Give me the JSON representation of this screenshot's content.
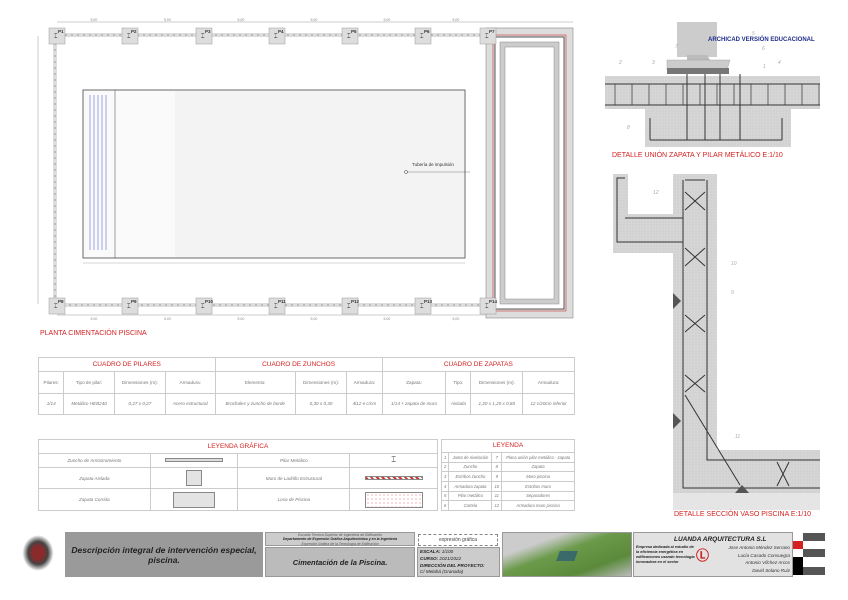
{
  "plan": {
    "title": "PLANTA CIMENTACIÓN PISCINA",
    "pillars_top": [
      "P1",
      "P2",
      "P3",
      "P4",
      "P5",
      "P6",
      "P7"
    ],
    "pillars_bottom": [
      "P8",
      "P9",
      "P10",
      "P11",
      "P12",
      "P13",
      "P14"
    ],
    "span_dim": "5,00",
    "pipe_label": "Tubería de impulsión"
  },
  "detail_union": {
    "title": "DETALLE UNIÓN ZAPATA Y PILAR METÁLICO E:1/10",
    "watermark": "ARCHICAD VERSIÓN EDUCACIONAL",
    "markers": [
      "1",
      "2",
      "3",
      "4",
      "5",
      "6",
      "7",
      "8"
    ]
  },
  "detail_section": {
    "title": "DETALLE SECCIÓN VASO PISCINA E:1/10",
    "markers": [
      "9",
      "10",
      "11",
      "12"
    ]
  },
  "cuadros": {
    "pilares": {
      "title": "CUADRO DE PILARES",
      "headers": [
        "Pilares:",
        "Tipo de pilar:",
        "Dimensiones (m):",
        "Armadura:"
      ],
      "row": [
        "1/14",
        "Metálico HEB240",
        "0,27 x 0,27",
        "Acero estructural"
      ]
    },
    "zunchos": {
      "title": "CUADRO DE ZUNCHOS",
      "headers": [
        "Elemento:",
        "Dimensiones (m):",
        "Armadura:"
      ],
      "row": [
        "Brochales y zuncho de borde",
        "0,30 x 0,30",
        "4l12 e c/cm"
      ]
    },
    "zapatas": {
      "title": "CUADRO DE ZAPATAS",
      "headers": [
        "Zapata:",
        "Tipo:",
        "Dimensiones (m):",
        "Armadura:"
      ],
      "row": [
        "1/14 + zapata de muro",
        "Aislada",
        "1,20 x 1,20 x 0,80",
        "12 c/20cm inferior"
      ]
    }
  },
  "leyenda_grafica": {
    "title": "LEYENDA GRÁFICA",
    "items": [
      "Zuncho de Arriostramiento",
      "Pilar Metálico",
      "Zapata Aislada",
      "Muro de Ladrillo Estructural",
      "Zapata Corrida",
      "Losa de Piscina"
    ]
  },
  "leyenda": {
    "title": "LEYENDA",
    "items": [
      {
        "n": "1",
        "t": "Junta de nivelación"
      },
      {
        "n": "7",
        "t": "Placa unión pilar metálico - zapata"
      },
      {
        "n": "2",
        "t": "Zuncho"
      },
      {
        "n": "8",
        "t": "Zapata"
      },
      {
        "n": "3",
        "t": "Estribos zuncho"
      },
      {
        "n": "9",
        "t": "Muro piscina"
      },
      {
        "n": "4",
        "t": "Armadura zapata"
      },
      {
        "n": "10",
        "t": "Estribos muro"
      },
      {
        "n": "5",
        "t": "Pilar metálico"
      },
      {
        "n": "11",
        "t": "Separadores"
      },
      {
        "n": "6",
        "t": "Cartela"
      },
      {
        "n": "12",
        "t": "Armadura muro piscina"
      }
    ]
  },
  "title_block": {
    "project": "Descripción integral de intervención especial, piscina.",
    "school": "Escuela Técnica Superior de Ingeniería de Edificación",
    "department": "Departamento de Expresión Gráfica Arquitectónica y en la Ingeniería",
    "subject": "Expresión Gráfica de la Tecnología de Edificación",
    "sheet": "Cimentación de la Piscina.",
    "logo_text": "expresión gráfica",
    "escala_label": "ESCALA:",
    "escala": "1/100",
    "curso_label": "CURSO:",
    "curso": "2021/2022",
    "direccion_label": "DIRECCIÓN DEL PROYECTO:",
    "direccion": "C/ Melahá (Granada)",
    "company": "LUANDA ARQUITECTURA S.L",
    "company_desc": "Empresa dedicada al estudio de la eficiencia energética en edificaciones usando tecnología innovadora en el sector",
    "authors": [
      "Jose Antonio Méndez Serrano",
      "Lucía Casado Consuegra",
      "Antonio Vílchez Arcos",
      "David Solano Ruiz"
    ]
  },
  "colors": {
    "accent": "#d42020",
    "hatch": "#c0c0c0",
    "rebar": "#333333",
    "blue": "#3b4fc9"
  }
}
